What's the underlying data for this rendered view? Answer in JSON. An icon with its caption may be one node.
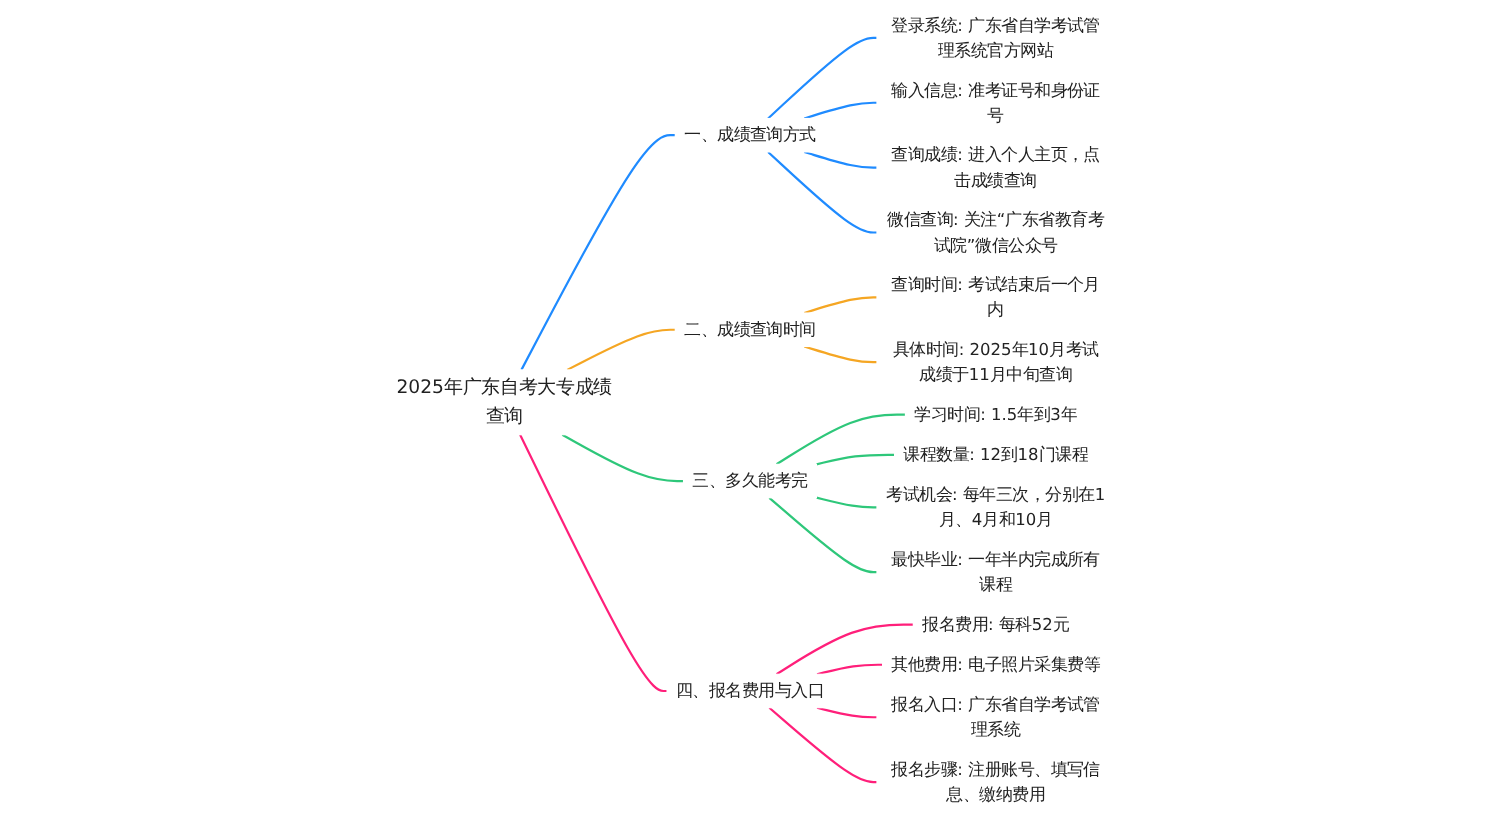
{
  "diagram": {
    "nodes": [
      {
        "text": [
          "2025年广东自考大专成绩查询"
        ]
      },
      {
        "text": [
          "一、成绩查询方式"
        ]
      },
      {
        "text": [
          "登录系统: 广东省自学考试管理系统官方网站"
        ]
      },
      {
        "text": [
          "输入信息: 准考证号和身份证号"
        ]
      },
      {
        "text": [
          "查询成绩: 进入个人主页，点击成绩查询"
        ]
      },
      {
        "text": [
          "微信查询: 关注“广东省教育考试院”微信公众号"
        ]
      },
      {
        "text": [
          "二、成绩查询时间"
        ]
      },
      {
        "text": [
          "查询时间: 考试结束后一个月内"
        ]
      },
      {
        "text": [
          "具体时间: 2025年10月考试成绩于11月中旬查询"
        ]
      },
      {
        "text": [
          "三、多久能考完"
        ]
      },
      {
        "text": [
          "学习时间: 1.5年到3年"
        ]
      },
      {
        "text": [
          "课程数量: 12到18门课程"
        ]
      },
      {
        "text": [
          "考试机会: 每年三次，分别在1月、4月和10月"
        ]
      },
      {
        "text": [
          "最快毕业: 一年半内完成所有课程"
        ]
      },
      {
        "text": [
          "四、报名费用与入口"
        ]
      },
      {
        "text": [
          "报名费用: 每科52元"
        ]
      },
      {
        "text": [
          "其他费用: 电子照片采集费等"
        ]
      },
      {
        "text": [
          "报名入口: 广东省自学考试管理系统"
        ]
      },
      {
        "text": [
          "报名步骤: 注册账号、填写信息、缴纳费用"
        ]
      }
    ],
    "edges": [
      {
        "from": 0,
        "to": 1,
        "arrow": "none",
        "color": "#1f8bff"
      },
      {
        "from": 1,
        "to": 2,
        "arrow": "none",
        "color": "#1f8bff"
      },
      {
        "from": 1,
        "to": 3,
        "arrow": "none",
        "color": "#1f8bff"
      },
      {
        "from": 1,
        "to": 4,
        "arrow": "none",
        "color": "#1f8bff"
      },
      {
        "from": 1,
        "to": 5,
        "arrow": "none",
        "color": "#1f8bff"
      },
      {
        "from": 0,
        "to": 6,
        "arrow": "none",
        "color": "#f5a623"
      },
      {
        "from": 6,
        "to": 7,
        "arrow": "none",
        "color": "#f5a623"
      },
      {
        "from": 6,
        "to": 8,
        "arrow": "none",
        "color": "#f5a623"
      },
      {
        "from": 0,
        "to": 9,
        "arrow": "none",
        "color": "#2ec77a"
      },
      {
        "from": 9,
        "to": 10,
        "arrow": "none",
        "color": "#2ec77a"
      },
      {
        "from": 9,
        "to": 11,
        "arrow": "none",
        "color": "#2ec77a"
      },
      {
        "from": 9,
        "to": 12,
        "arrow": "none",
        "color": "#2ec77a"
      },
      {
        "from": 9,
        "to": 13,
        "arrow": "none",
        "color": "#2ec77a"
      },
      {
        "from": 0,
        "to": 14,
        "arrow": "none",
        "color": "#ff1f7a"
      },
      {
        "from": 14,
        "to": 15,
        "arrow": "none",
        "color": "#ff1f7a"
      },
      {
        "from": 14,
        "to": 16,
        "arrow": "none",
        "color": "#ff1f7a"
      },
      {
        "from": 14,
        "to": 17,
        "arrow": "none",
        "color": "#ff1f7a"
      },
      {
        "from": 14,
        "to": 18,
        "arrow": "none",
        "color": "#ff1f7a"
      }
    ]
  }
}
